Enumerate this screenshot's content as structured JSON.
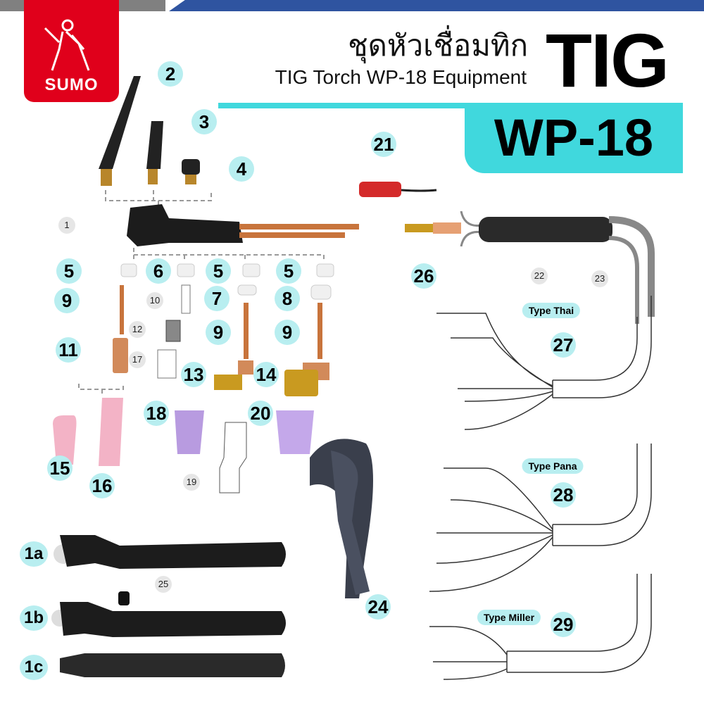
{
  "brand": {
    "name": "SUMO",
    "color": "#e0001b"
  },
  "header": {
    "title_thai": "ชุดหัวเชื่อมทิก",
    "title_english": "TIG Torch WP-18 Equipment",
    "big_title": "TIG",
    "model": "WP-18",
    "accent_color": "#40d8dd"
  },
  "callouts": [
    "2",
    "3",
    "4",
    "21",
    "5",
    "6",
    "5",
    "5",
    "9",
    "7",
    "8",
    "11",
    "9",
    "9",
    "13",
    "14",
    "18",
    "20",
    "15",
    "16",
    "26",
    "27",
    "28",
    "29",
    "24",
    "1a",
    "1b",
    "1c"
  ],
  "small_callouts": [
    "1",
    "10",
    "12",
    "17",
    "19",
    "22",
    "23",
    "25"
  ],
  "connector_types": [
    "Type Thai",
    "Type Pana",
    "Type Miller"
  ]
}
